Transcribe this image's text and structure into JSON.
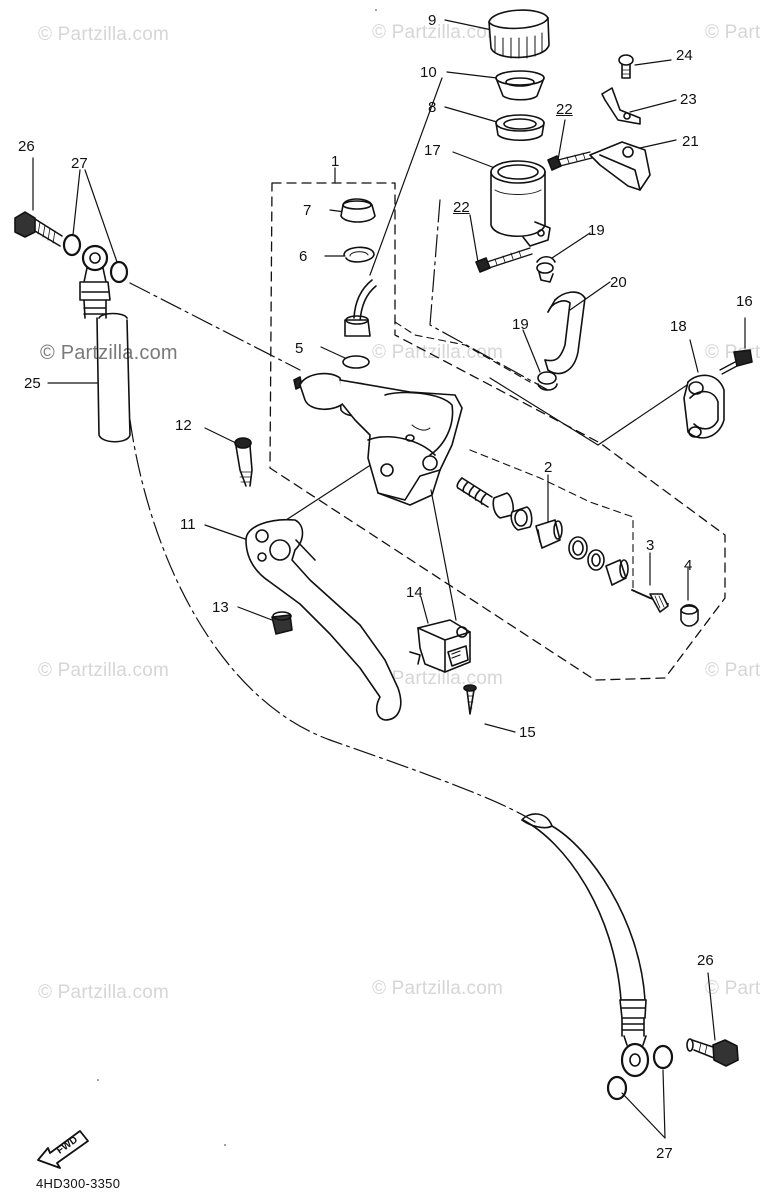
{
  "watermarks": {
    "text": "© Partzilla.com",
    "partial": "© Part",
    "emphasized": "© Partzilla.com"
  },
  "diagram_code": "4HD300-3350",
  "fwd_label": "FWD",
  "callouts": [
    {
      "id": "c1",
      "text": "1"
    },
    {
      "id": "c2",
      "text": "2"
    },
    {
      "id": "c3",
      "text": "3"
    },
    {
      "id": "c4",
      "text": "4"
    },
    {
      "id": "c5",
      "text": "5"
    },
    {
      "id": "c6",
      "text": "6"
    },
    {
      "id": "c7",
      "text": "7"
    },
    {
      "id": "c8",
      "text": "8"
    },
    {
      "id": "c9",
      "text": "9"
    },
    {
      "id": "c10",
      "text": "10"
    },
    {
      "id": "c11",
      "text": "11"
    },
    {
      "id": "c12",
      "text": "12"
    },
    {
      "id": "c13",
      "text": "13"
    },
    {
      "id": "c14",
      "text": "14"
    },
    {
      "id": "c15",
      "text": "15"
    },
    {
      "id": "c16",
      "text": "16"
    },
    {
      "id": "c17",
      "text": "17"
    },
    {
      "id": "c18",
      "text": "18"
    },
    {
      "id": "c19a",
      "text": "19"
    },
    {
      "id": "c19b",
      "text": "19"
    },
    {
      "id": "c20",
      "text": "20"
    },
    {
      "id": "c21",
      "text": "21"
    },
    {
      "id": "c22a",
      "text": "22"
    },
    {
      "id": "c22b",
      "text": "22"
    },
    {
      "id": "c23",
      "text": "23"
    },
    {
      "id": "c24",
      "text": "24"
    },
    {
      "id": "c25",
      "text": "25"
    },
    {
      "id": "c26a",
      "text": "26"
    },
    {
      "id": "c26b",
      "text": "26"
    },
    {
      "id": "c27a",
      "text": "27"
    },
    {
      "id": "c27b",
      "text": "27"
    }
  ]
}
